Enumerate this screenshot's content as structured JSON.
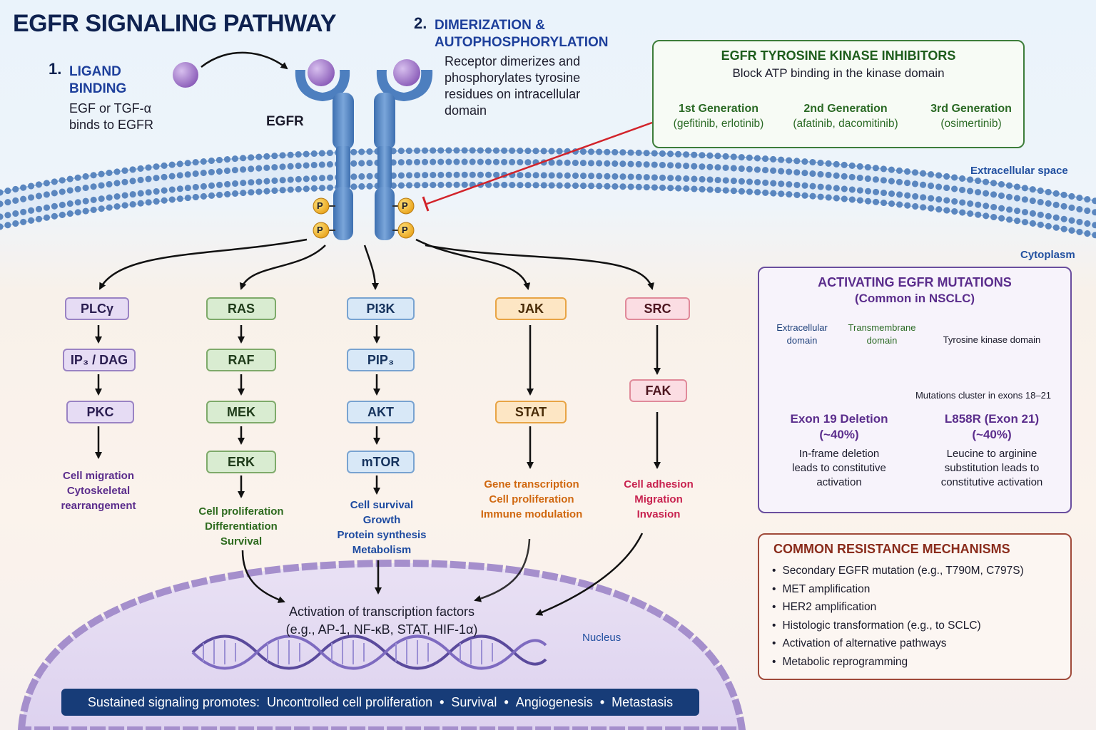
{
  "title": "EGFR SIGNALING PATHWAY",
  "step1": {
    "num": "1.",
    "heading_line1": "LIGAND",
    "heading_line2": "BINDING",
    "body_line1": "EGF or TGF-α",
    "body_line2": "binds to EGFR"
  },
  "step2": {
    "num": "2.",
    "heading_line1": "DIMERIZATION &",
    "heading_line2": "AUTOPHOSPHORYLATION",
    "body_line1": "Receptor dimerizes and",
    "body_line2": "phosphorylates tyrosine",
    "body_line3": "residues on intracellular",
    "body_line4": "domain"
  },
  "receptor_label": "EGFR",
  "phospho_label": "P",
  "regions": {
    "extracellular": "Extracellular space",
    "cytoplasm": "Cytoplasm",
    "nucleus": "Nucleus"
  },
  "pathways": [
    {
      "nodes": [
        "PLCγ",
        "IP₃ / DAG",
        "PKC"
      ],
      "outcomes": [
        "Cell migration",
        "Cytoskeletal",
        "rearrangement"
      ]
    },
    {
      "nodes": [
        "RAS",
        "RAF",
        "MEK",
        "ERK"
      ],
      "outcomes": [
        "Cell proliferation",
        "Differentiation",
        "Survival"
      ]
    },
    {
      "nodes": [
        "PI3K",
        "PIP₃",
        "AKT",
        "mTOR"
      ],
      "outcomes": [
        "Cell survival",
        "Growth",
        "Protein synthesis",
        "Metabolism"
      ]
    },
    {
      "nodes": [
        "JAK",
        "STAT"
      ],
      "outcomes": [
        "Gene transcription",
        "Cell proliferation",
        "Immune modulation"
      ]
    },
    {
      "nodes": [
        "SRC",
        "FAK"
      ],
      "outcomes": [
        "Cell adhesion",
        "Migration",
        "Invasion"
      ]
    }
  ],
  "transcription": {
    "line1": "Activation of transcription factors",
    "line2": "(e.g., AP-1, NF-κB, STAT, HIF-1α)"
  },
  "banner": {
    "lead": "Sustained signaling promotes:",
    "items": [
      "Uncontrolled cell proliferation",
      "Survival",
      "Angiogenesis",
      "Metastasis"
    ],
    "separator": "•"
  },
  "tki": {
    "title": "EGFR TYROSINE KINASE INHIBITORS",
    "subtitle": "Block ATP binding in the kinase domain",
    "generations": [
      {
        "name": "1st Generation",
        "drugs": "(gefitinib, erlotinib)"
      },
      {
        "name": "2nd Generation",
        "drugs": "(afatinib, dacomitinib)"
      },
      {
        "name": "3rd Generation",
        "drugs": "(osimertinib)"
      }
    ]
  },
  "mutations": {
    "title": "ACTIVATING EGFR MUTATIONS",
    "subtitle": "(Common in NSCLC)",
    "domains": {
      "extracellular_line1": "Extracellular",
      "extracellular_line2": "domain",
      "transmembrane_line1": "Transmembrane",
      "transmembrane_line2": "domain",
      "kinase": "Tyrosine kinase domain"
    },
    "cluster_note": "Mutations cluster in exons 18–21",
    "items": [
      {
        "heading": "Exon 19 Deletion",
        "freq": "(~40%)",
        "desc_line1": "In-frame deletion",
        "desc_line2": "leads to constitutive",
        "desc_line3": "activation"
      },
      {
        "heading": "L858R (Exon 21)",
        "freq": "(~40%)",
        "desc_line1": "Leucine to arginine",
        "desc_line2": "substitution leads to",
        "desc_line3": "constitutive activation"
      }
    ]
  },
  "resistance": {
    "title": "COMMON RESISTANCE MECHANISMS",
    "items": [
      "Secondary EGFR mutation (e.g., T790M, C797S)",
      "MET amplification",
      "HER2 amplification",
      "Histologic transformation (e.g., to SCLC)",
      "Activation of alternative pathways",
      "Metabolic reprogramming"
    ]
  }
}
